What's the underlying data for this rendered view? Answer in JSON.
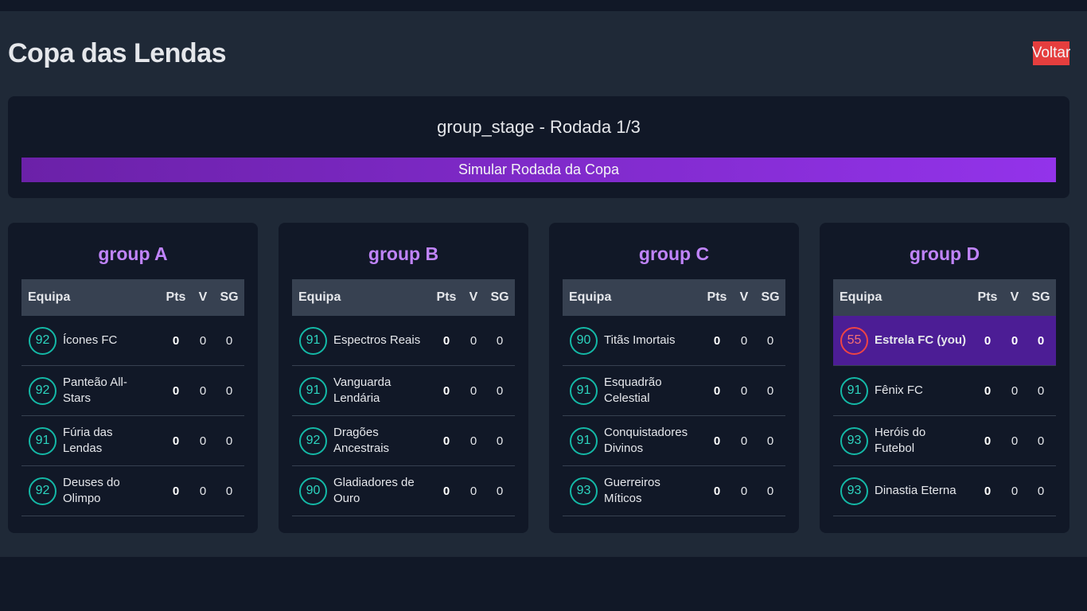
{
  "header": {
    "title": "Copa das Lendas",
    "back_label": "Voltar"
  },
  "round": {
    "title": "group_stage - Rodada 1/3",
    "simulate_label": "Simular Rodada da Copa"
  },
  "table_headers": {
    "team": "Equipa",
    "pts": "Pts",
    "v": "V",
    "sg": "SG"
  },
  "colors": {
    "accent_purple": "#c084fc",
    "rating_ring": "#14b8a6",
    "user_rating_ring": "#ef4444",
    "back_button": "#e53e3e"
  },
  "groups": [
    {
      "title": "group A",
      "teams": [
        {
          "rating": "92",
          "name": "Ícones FC",
          "pts": "0",
          "v": "0",
          "sg": "0"
        },
        {
          "rating": "92",
          "name": "Panteão All-Stars",
          "pts": "0",
          "v": "0",
          "sg": "0"
        },
        {
          "rating": "91",
          "name": "Fúria das Lendas",
          "pts": "0",
          "v": "0",
          "sg": "0"
        },
        {
          "rating": "92",
          "name": "Deuses do Olimpo",
          "pts": "0",
          "v": "0",
          "sg": "0"
        }
      ]
    },
    {
      "title": "group B",
      "teams": [
        {
          "rating": "91",
          "name": "Espectros Reais",
          "pts": "0",
          "v": "0",
          "sg": "0"
        },
        {
          "rating": "91",
          "name": "Vanguarda Lendária",
          "pts": "0",
          "v": "0",
          "sg": "0"
        },
        {
          "rating": "92",
          "name": "Dragões Ancestrais",
          "pts": "0",
          "v": "0",
          "sg": "0"
        },
        {
          "rating": "90",
          "name": "Gladiadores de Ouro",
          "pts": "0",
          "v": "0",
          "sg": "0"
        }
      ]
    },
    {
      "title": "group C",
      "teams": [
        {
          "rating": "90",
          "name": "Titãs Imortais",
          "pts": "0",
          "v": "0",
          "sg": "0"
        },
        {
          "rating": "91",
          "name": "Esquadrão Celestial",
          "pts": "0",
          "v": "0",
          "sg": "0"
        },
        {
          "rating": "91",
          "name": "Conquistadores Divinos",
          "pts": "0",
          "v": "0",
          "sg": "0"
        },
        {
          "rating": "93",
          "name": "Guerreiros Míticos",
          "pts": "0",
          "v": "0",
          "sg": "0"
        }
      ]
    },
    {
      "title": "group D",
      "teams": [
        {
          "rating": "55",
          "name": "Estrela FC (you)",
          "pts": "0",
          "v": "0",
          "sg": "0",
          "is_user": true
        },
        {
          "rating": "91",
          "name": "Fênix FC",
          "pts": "0",
          "v": "0",
          "sg": "0"
        },
        {
          "rating": "93",
          "name": "Heróis do Futebol",
          "pts": "0",
          "v": "0",
          "sg": "0"
        },
        {
          "rating": "93",
          "name": "Dinastia Eterna",
          "pts": "0",
          "v": "0",
          "sg": "0"
        }
      ]
    }
  ]
}
